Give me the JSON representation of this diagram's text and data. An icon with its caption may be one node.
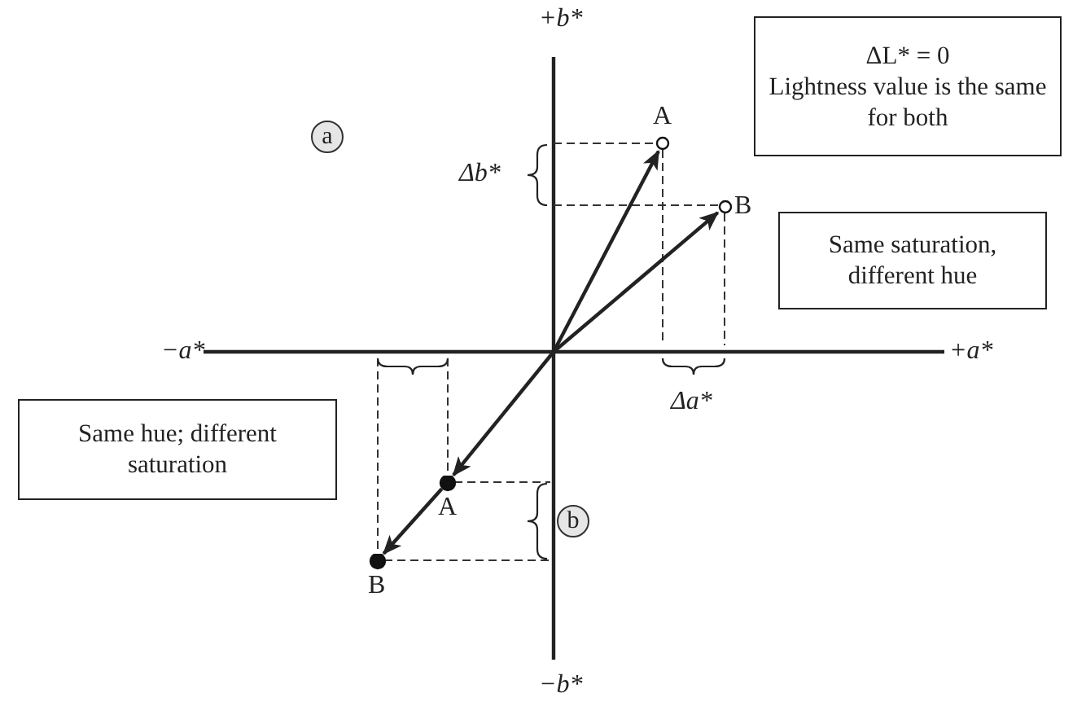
{
  "diagram": {
    "nodes": [
      {
        "text": [
          "a"
        ]
      },
      {
        "text": [
          "A"
        ]
      },
      {
        "text": [
          "B"
        ]
      },
      {
        "text": [
          "ΔL* = 0",
          "Lightness value is the same for both"
        ]
      },
      {
        "text": [
          "Same saturation, different hue"
        ]
      },
      {
        "text": [
          "Same hue; different saturation"
        ]
      },
      {
        "text": [
          "A"
        ]
      },
      {
        "text": [
          "b"
        ]
      },
      {
        "text": [
          "B"
        ]
      }
    ],
    "edges": [
      {
        "from": null,
        "to": 1,
        "arrow": "to"
      },
      {
        "from": null,
        "to": 2,
        "arrow": "to"
      },
      {
        "from": null,
        "to": 6,
        "arrow": "to"
      },
      {
        "from": 6,
        "to": 8,
        "arrow": "to"
      }
    ],
    "labels": [
      "+b*",
      "Δb*",
      "−a*",
      "+a*",
      "Δa*",
      "−b*"
    ]
  }
}
